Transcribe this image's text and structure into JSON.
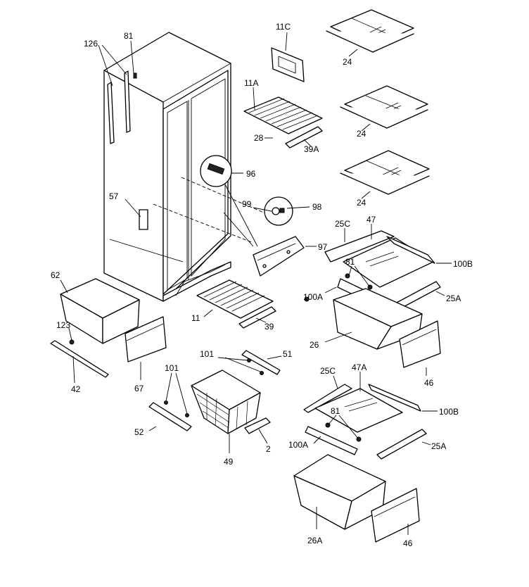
{
  "labels": {
    "l126": "126",
    "l81_top": "81",
    "l11C": "11C",
    "l24_a": "24",
    "l24_b": "24",
    "l24_c": "24",
    "l11A": "11A",
    "l28": "28",
    "l39A": "39A",
    "l96": "96",
    "l57": "57",
    "l99_top": "99",
    "l98": "98",
    "l97": "97",
    "l25C_top": "25C",
    "l47": "47",
    "l100B_top": "100B",
    "l81_mid": "81",
    "l100A_top": "100A",
    "l25A_top": "25A",
    "l62": "62",
    "l123": "123",
    "l11": "11",
    "l39": "39",
    "l26": "26",
    "l42": "42",
    "l67": "67",
    "l101_a": "101",
    "l51": "51",
    "l46_top": "46",
    "l101_b": "101",
    "l25C_bot": "25C",
    "l47A": "47A",
    "l100B_bot": "100B",
    "l52": "52",
    "l81_bot": "81",
    "l100A_bot": "100A",
    "l25A_bot": "25A",
    "l2": "2",
    "l49": "49",
    "l26A": "26A",
    "l46_bot": "46"
  }
}
